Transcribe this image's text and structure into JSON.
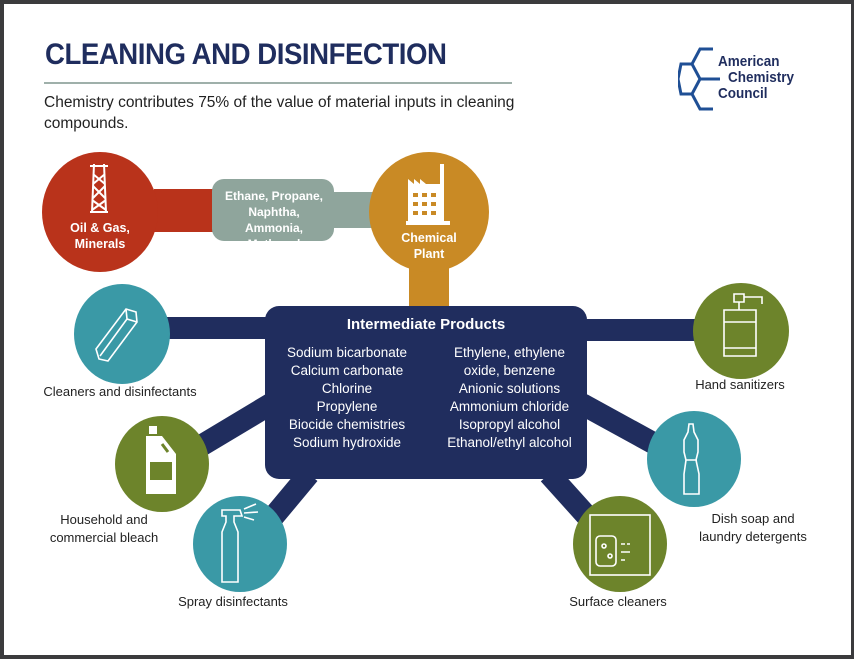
{
  "title": "CLEANING AND DISINFECTION",
  "subtitle": "Chemistry contributes 75% of the value of material inputs in cleaning compounds.",
  "logo": {
    "line1": "American",
    "line2": "Chemistry",
    "line3": "Council"
  },
  "flow": {
    "source": "Oil & Gas, Minerals",
    "feedstocks": "Ethane, Propane, Naphtha, Ammonia, Methanol",
    "plant": "Chemical Plant"
  },
  "intermediate": {
    "title": "Intermediate Products",
    "left": [
      "Sodium bicarbonate",
      "Calcium carbonate",
      "Chlorine",
      "Propylene",
      "Biocide chemistries",
      "Sodium hydroxide"
    ],
    "right": [
      "Ethylene, ethylene",
      "oxide, benzene",
      "Anionic solutions",
      "Ammonium chloride",
      "Isopropyl alcohol",
      "Ethanol/ethyl alcohol"
    ]
  },
  "products": {
    "cleaners": "Cleaners and disinfectants",
    "bleach1": "Household and",
    "bleach2": "commercial bleach",
    "spray": "Spray disinfectants",
    "surface": "Surface cleaners",
    "dish1": "Dish soap and",
    "dish2": "laundry detergents",
    "hand": "Hand sanitizers"
  },
  "colors": {
    "navy": "#202d5e",
    "red": "#b9331b",
    "gray": "#8fa59c",
    "orange": "#c98a25",
    "teal": "#3a99a6",
    "olive": "#6d842b"
  }
}
